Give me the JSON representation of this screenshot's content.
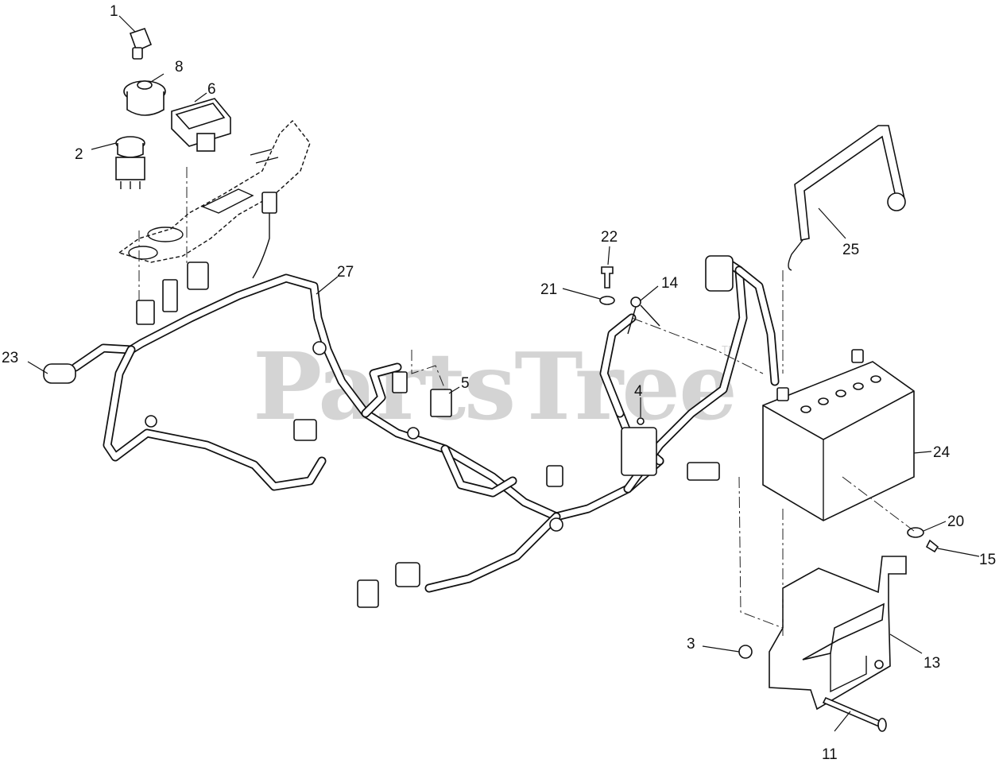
{
  "watermark": {
    "text": "PartsTree",
    "mark": "TM"
  },
  "callouts": [
    "1",
    "2",
    "3",
    "4",
    "5",
    "6",
    "8",
    "11",
    "13",
    "14",
    "15",
    "20",
    "21",
    "22",
    "23",
    "24",
    "25",
    "27"
  ]
}
